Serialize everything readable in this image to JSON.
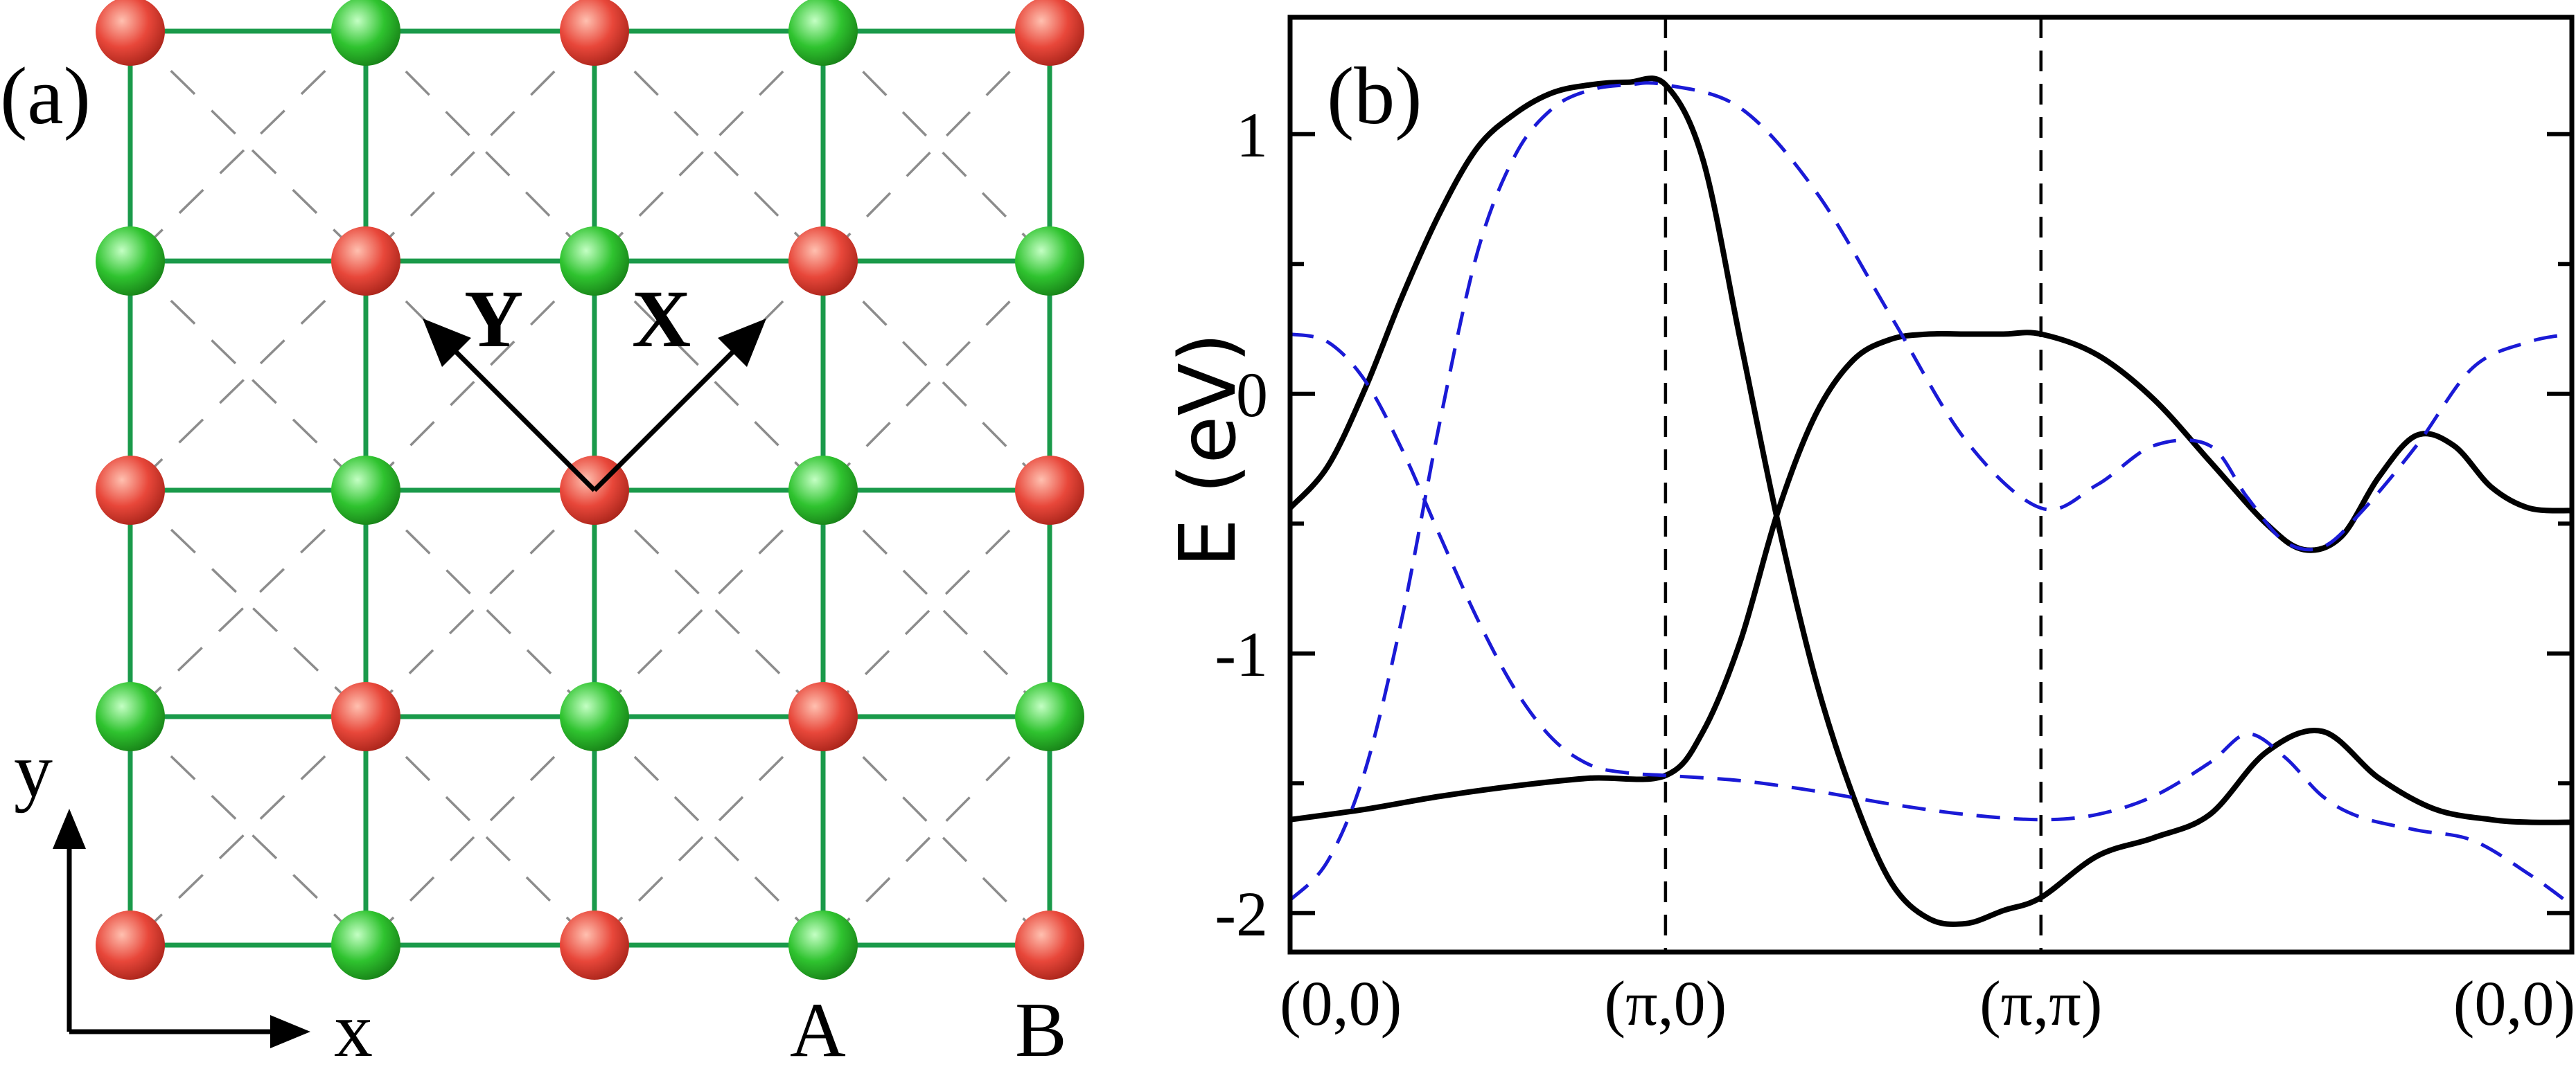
{
  "panel_a": {
    "label": "(a)",
    "axis_x": "x",
    "axis_y": "y",
    "vec_x": "X",
    "vec_y": "Y",
    "sublattice_a": "A",
    "sublattice_b": "B",
    "colors": {
      "red": "#e8473a",
      "green": "#2fc32f",
      "bond": "#1a9a4a",
      "dashed": "#8c8c8c"
    }
  },
  "chart_data": {
    "type": "line",
    "label": "(b)",
    "ylabel": "E (eV)",
    "ylim": [
      -2.15,
      1.45
    ],
    "yticks": [
      -2,
      -1,
      0,
      1
    ],
    "ytick_labels": [
      "-2",
      "-1",
      "0",
      "1"
    ],
    "xtick_labels": [
      "(0,0)",
      "(π,0)",
      "(π,π)",
      "(0,0)"
    ],
    "xlim": [
      0,
      3.414
    ],
    "xticks": [
      0,
      1,
      2,
      3.414
    ],
    "vlines": [
      1,
      2
    ],
    "grid": false,
    "series": [
      {
        "style": "solid",
        "color": "#000000",
        "x": [
          0,
          0.1,
          0.2,
          0.3,
          0.4,
          0.5,
          0.6,
          0.7,
          0.8,
          0.9,
          1.0,
          1.1,
          1.2,
          1.3,
          1.4,
          1.5,
          1.6,
          1.7,
          1.8,
          1.9,
          2.0,
          2.15,
          2.3,
          2.45,
          2.6,
          2.75,
          2.9,
          3.05,
          3.2,
          3.3,
          3.414
        ],
        "y": [
          -0.44,
          -0.28,
          0.02,
          0.38,
          0.7,
          0.95,
          1.08,
          1.16,
          1.19,
          1.2,
          1.19,
          0.9,
          0.2,
          -0.5,
          -1.1,
          -1.55,
          -1.88,
          -2.02,
          -2.04,
          -1.99,
          -1.94,
          -1.78,
          -1.71,
          -1.62,
          -1.38,
          -1.3,
          -1.48,
          -1.6,
          -1.64,
          -1.65,
          -1.65
        ]
      },
      {
        "style": "solid",
        "color": "#000000",
        "x": [
          0,
          0.2,
          0.4,
          0.6,
          0.8,
          1.0,
          1.1,
          1.2,
          1.3,
          1.4,
          1.5,
          1.6,
          1.7,
          1.8,
          1.9,
          2.0,
          2.15,
          2.3,
          2.45,
          2.6,
          2.7,
          2.8,
          2.9,
          3.0,
          3.1,
          3.2,
          3.3,
          3.414
        ],
        "y": [
          -1.64,
          -1.6,
          -1.55,
          -1.51,
          -1.48,
          -1.47,
          -1.3,
          -0.95,
          -0.45,
          -0.08,
          0.13,
          0.21,
          0.23,
          0.23,
          0.23,
          0.23,
          0.15,
          -0.02,
          -0.26,
          -0.5,
          -0.6,
          -0.55,
          -0.32,
          -0.16,
          -0.2,
          -0.36,
          -0.44,
          -0.45
        ]
      },
      {
        "style": "dashed",
        "color": "#1a1ad6",
        "x": [
          0,
          0.1,
          0.2,
          0.3,
          0.4,
          0.5,
          0.6,
          0.7,
          0.8,
          0.9,
          1.0,
          1.2,
          1.4,
          1.6,
          1.8,
          2.0,
          2.15,
          2.3,
          2.45,
          2.55,
          2.65,
          2.75,
          2.85,
          3.0,
          3.15,
          3.3,
          3.414
        ],
        "y": [
          -1.95,
          -1.8,
          -1.45,
          -0.85,
          -0.1,
          0.55,
          0.92,
          1.1,
          1.17,
          1.19,
          1.19,
          1.1,
          0.78,
          0.3,
          -0.18,
          -0.44,
          -0.35,
          -0.2,
          -0.2,
          -0.4,
          -0.57,
          -0.59,
          -0.46,
          -0.2,
          0.1,
          0.2,
          0.23
        ]
      },
      {
        "style": "dashed",
        "color": "#1a1ad6",
        "x": [
          0,
          0.1,
          0.2,
          0.3,
          0.4,
          0.5,
          0.6,
          0.7,
          0.8,
          0.9,
          1.0,
          1.2,
          1.4,
          1.6,
          1.8,
          2.0,
          2.15,
          2.3,
          2.45,
          2.55,
          2.65,
          2.75,
          2.85,
          3.0,
          3.15,
          3.3,
          3.414
        ],
        "y": [
          0.23,
          0.2,
          0.05,
          -0.22,
          -0.55,
          -0.87,
          -1.14,
          -1.33,
          -1.43,
          -1.46,
          -1.47,
          -1.49,
          -1.53,
          -1.58,
          -1.62,
          -1.64,
          -1.62,
          -1.55,
          -1.42,
          -1.31,
          -1.4,
          -1.55,
          -1.63,
          -1.68,
          -1.72,
          -1.85,
          -1.97
        ]
      }
    ]
  }
}
